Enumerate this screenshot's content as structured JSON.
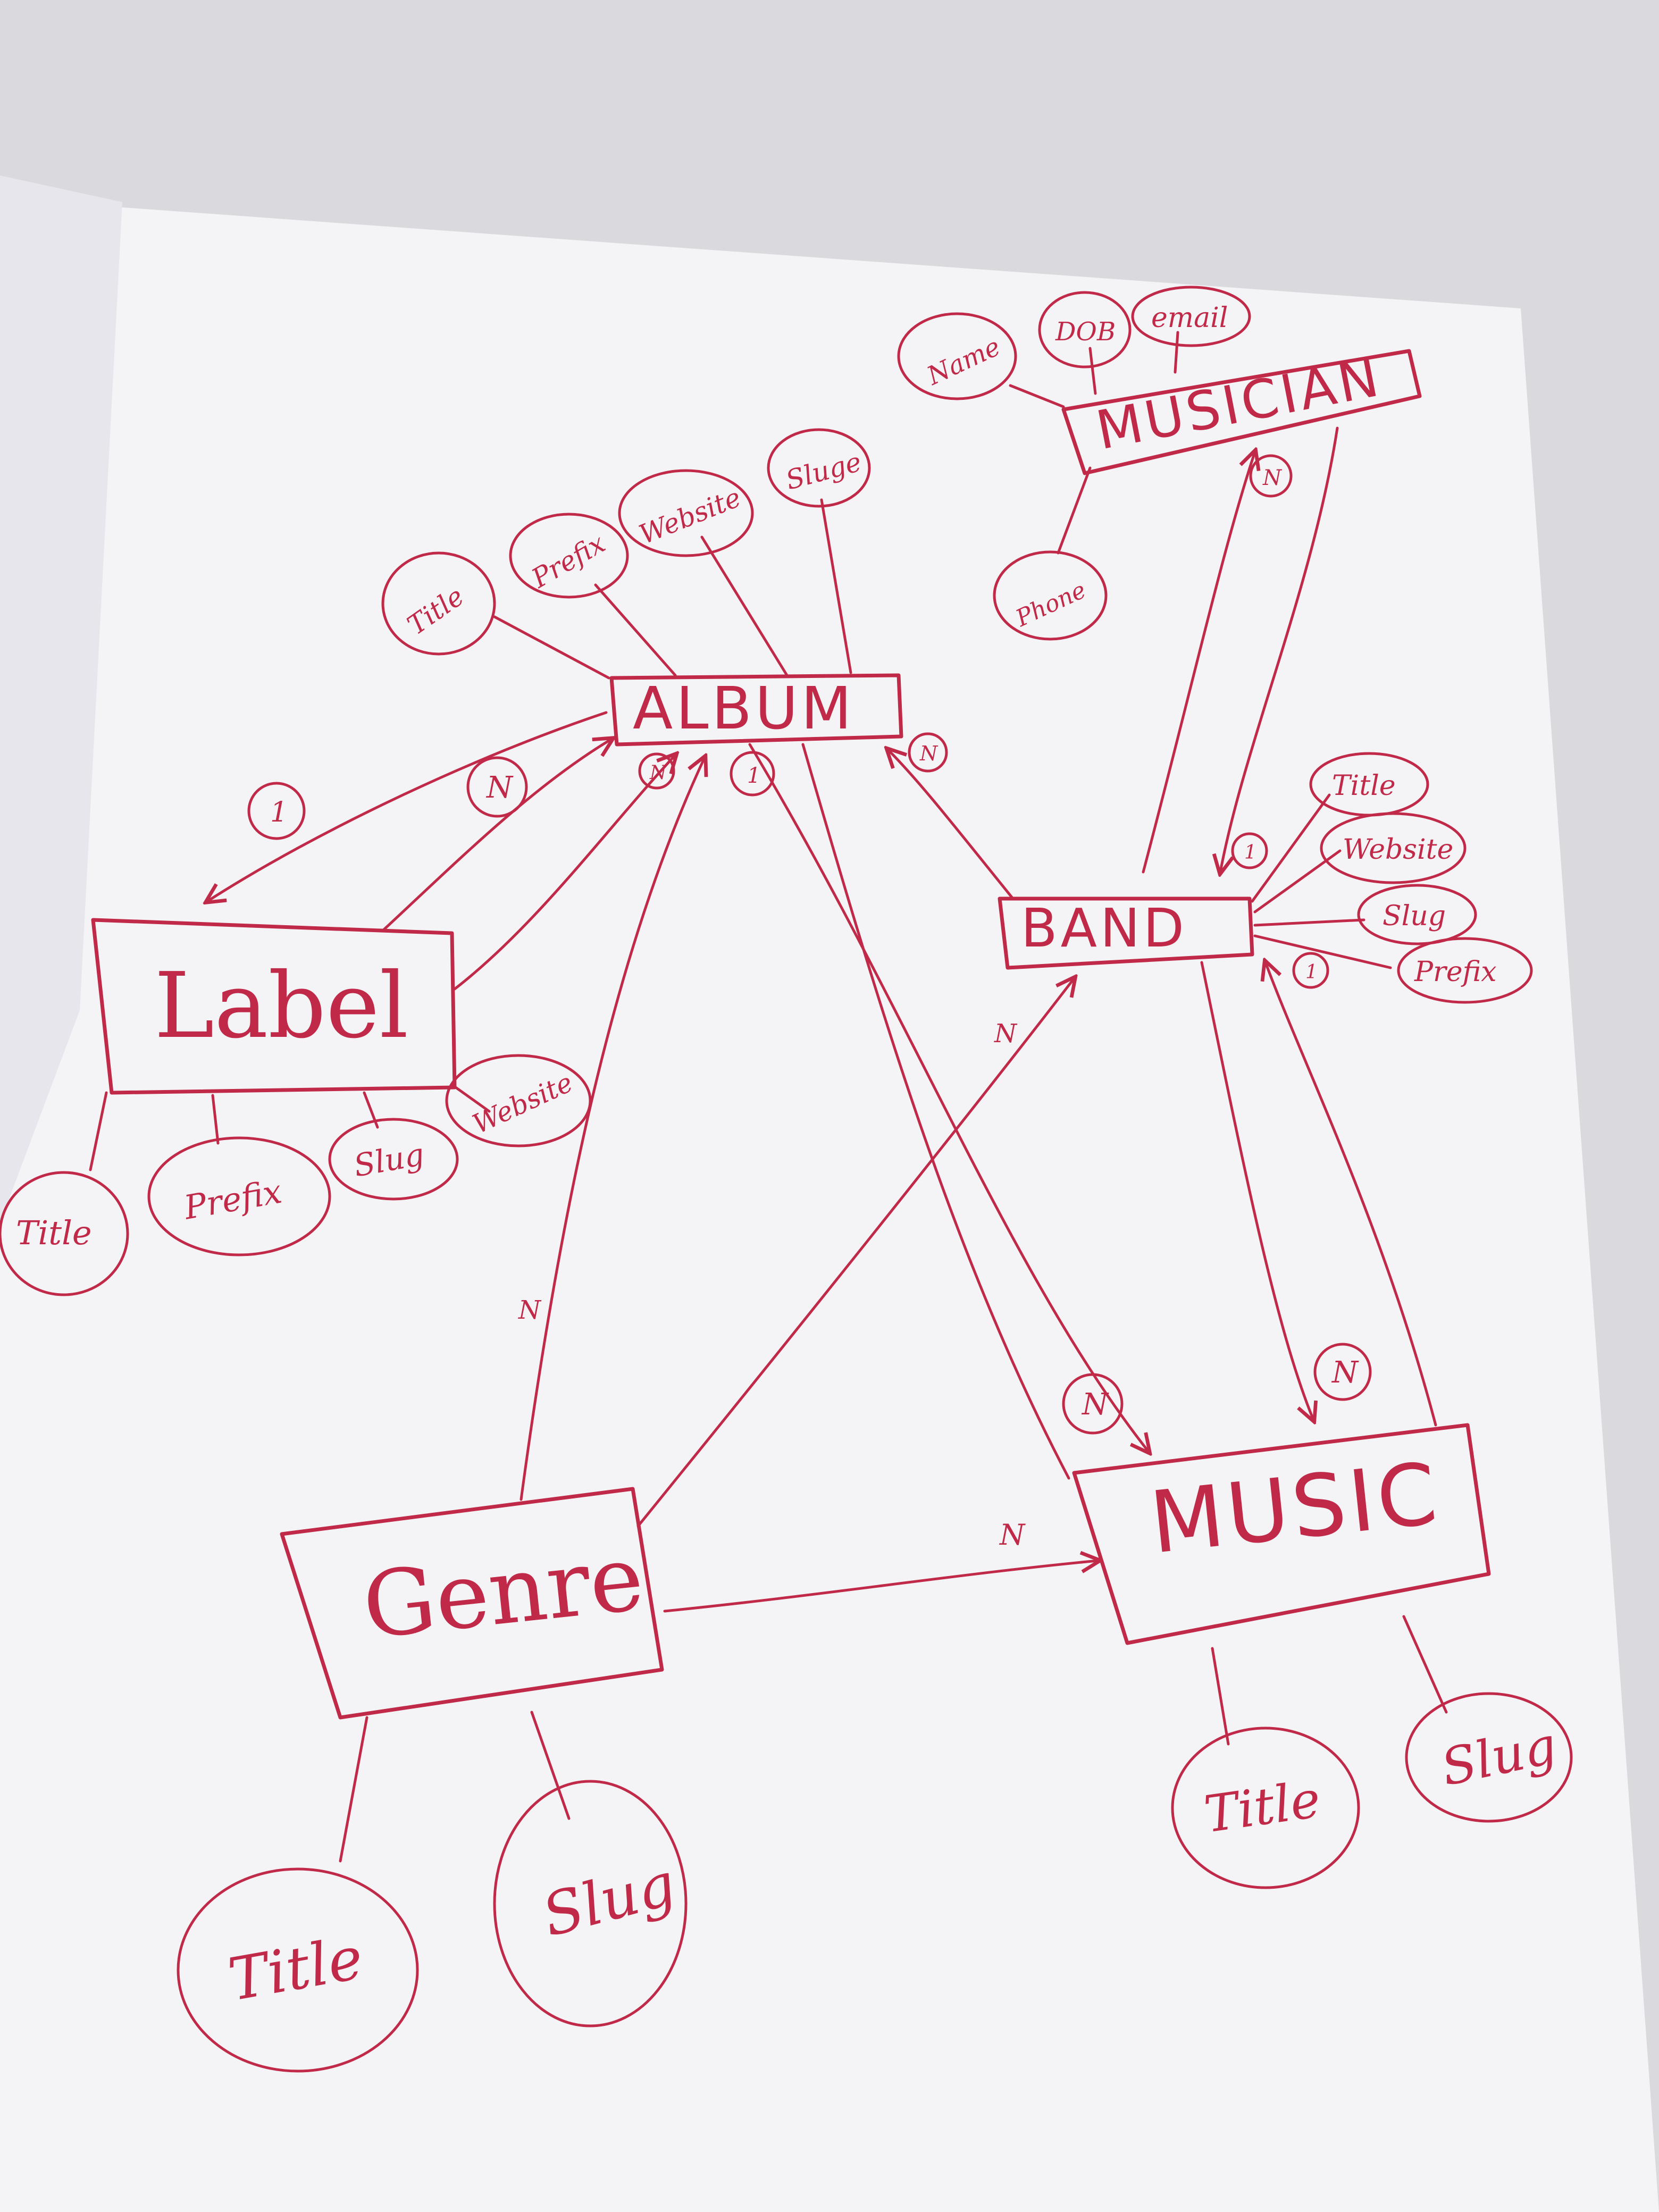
{
  "colors": {
    "ink": "#c02a48",
    "paper": "#f4f4f7",
    "background": "#d9d9de"
  },
  "entities": {
    "album": "ALBUM",
    "musician": "MUSICIAN",
    "label": "Label",
    "band": "BAND",
    "genre": "Genre",
    "music": "MUSIC"
  },
  "attributes": {
    "musician": [
      "Name",
      "DOB",
      "email",
      "Phone"
    ],
    "album": [
      "Title",
      "Prefix",
      "Website",
      "Sluge"
    ],
    "band": [
      "Title",
      "Website",
      "Slug",
      "Prefix"
    ],
    "label": [
      "Title",
      "Prefix",
      "Slug",
      "Website"
    ],
    "genre": [
      "Title",
      "Slug"
    ],
    "music": [
      "Title",
      "Slug"
    ]
  },
  "cardinalities": {
    "label_album_one": "1",
    "label_album_n": "N",
    "album_n_left": "N",
    "album_one": "1",
    "album_n_right": "N",
    "musician_band_n": "N",
    "band_one_top": "1",
    "band_one_bottom": "1",
    "genre_band_n": "N",
    "genre_album_n": "N",
    "genre_music_n": "N",
    "album_music_n": "N",
    "band_music_n": "N"
  }
}
